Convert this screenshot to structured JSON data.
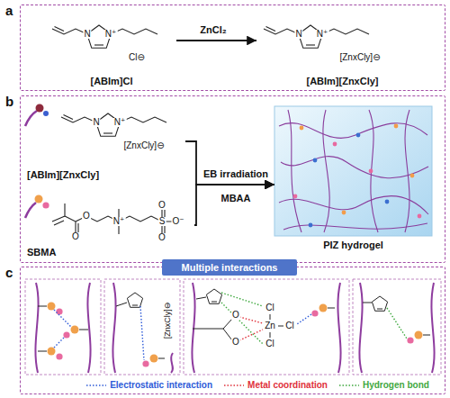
{
  "diagram": {
    "nodes": [
      {
        "text": [
          "a"
        ]
      },
      {
        "text": [
          "[ABIm]Cl"
        ],
        "in": 0
      },
      {
        "text": [
          "[ABIm][ZnxCly]"
        ],
        "in": 0
      },
      {
        "text": [
          "b"
        ]
      },
      {
        "text": [
          "[ABIm][ZnxCly]"
        ],
        "in": 3
      },
      {
        "text": [
          "SBMA"
        ],
        "in": 3
      },
      {
        "text": [
          "PIZ hydrogel"
        ],
        "in": 3
      },
      {
        "text": [
          "c"
        ]
      },
      {
        "text": [
          "Multiple interactions"
        ],
        "in": 7
      }
    ],
    "edges": [
      {
        "from": 1,
        "to": 2,
        "arrow": "to",
        "label": "ZnCl₂"
      },
      {
        "from": 4,
        "to": 6,
        "arrow": "to",
        "label": "EB irradiation"
      },
      {
        "from": 5,
        "to": 6,
        "arrow": "to"
      }
    ],
    "labels": [
      "N",
      "N⁺",
      "Cl⊖",
      "N",
      "N⁺",
      "[ZnxCly]⊖",
      "N",
      "N⁺",
      "[ZnxCly]⊖",
      "O",
      "O",
      "N⁺",
      "S",
      "O",
      "O",
      "O⁻",
      "MBAA",
      "[ZnxCly]⊖",
      "Zn",
      "Cl",
      "Cl",
      "Cl",
      "O",
      "O"
    ],
    "legend": [
      {
        "text": "Electrostatic interaction"
      },
      {
        "text": "Metal coordination"
      },
      {
        "text": "Hydrogen bond"
      }
    ]
  }
}
